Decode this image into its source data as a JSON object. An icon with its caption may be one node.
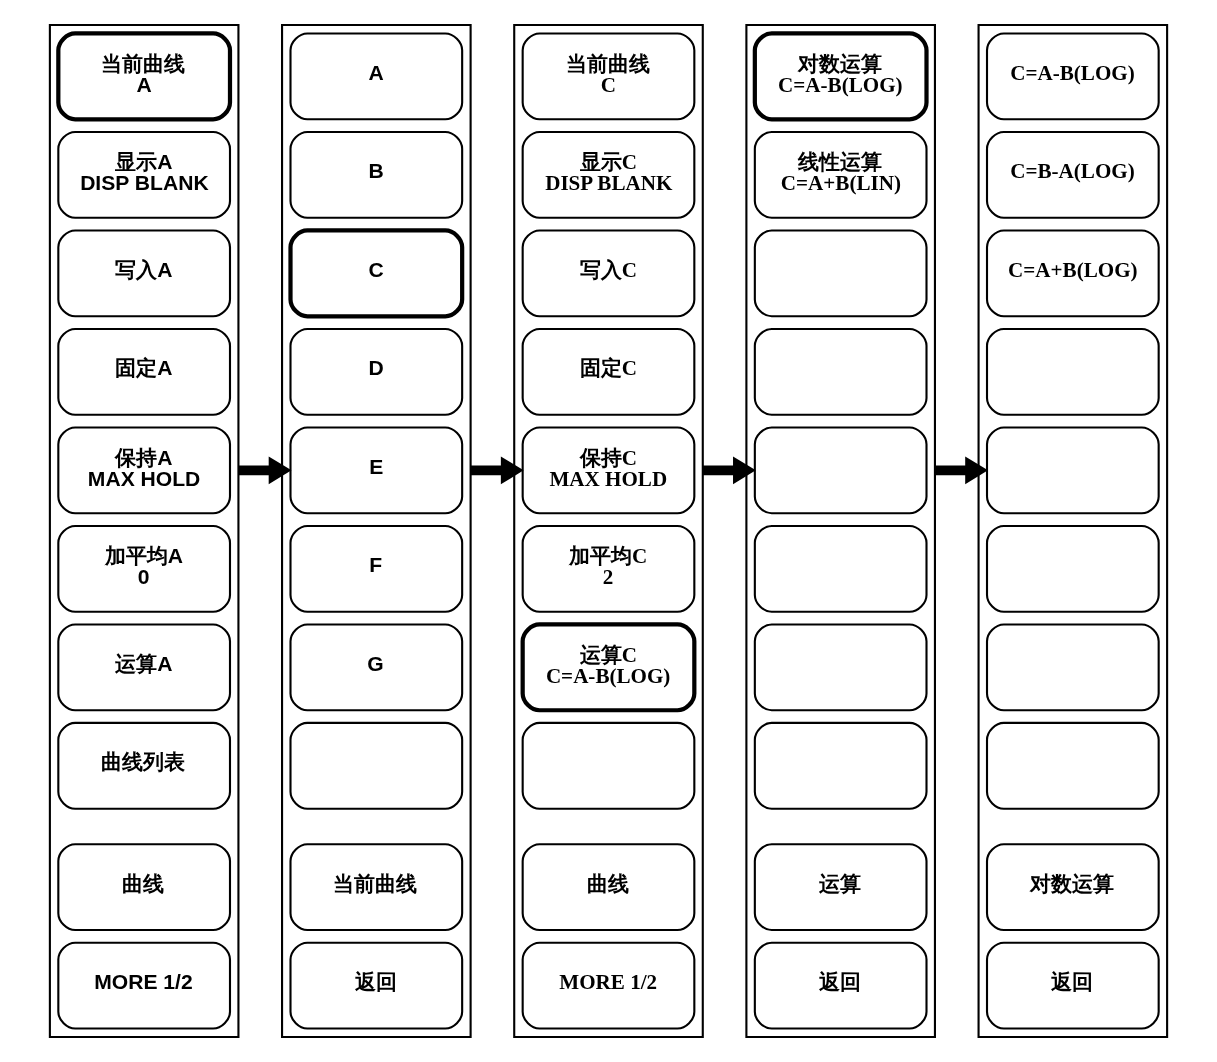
{
  "diagram": {
    "nodes": [
      {
        "text": [],
        "shape": "box"
      },
      {
        "text": [
          "当前曲线",
          "A"
        ],
        "in": 0
      },
      {
        "text": [
          "显示A",
          "DISP BLANK"
        ],
        "in": 0
      },
      {
        "text": [
          "写入A"
        ],
        "in": 0
      },
      {
        "text": [
          "固定A"
        ],
        "in": 0
      },
      {
        "text": [
          "保持A",
          "MAX HOLD"
        ],
        "in": 0
      },
      {
        "text": [
          "加平均A",
          "0"
        ],
        "in": 0
      },
      {
        "text": [
          "运算A"
        ],
        "in": 0
      },
      {
        "text": [
          "曲线列表"
        ],
        "in": 0
      },
      {
        "text": [
          "曲线"
        ],
        "in": 0
      },
      {
        "text": [
          "MORE 1/2"
        ],
        "in": 0
      },
      {
        "text": [],
        "shape": "box"
      },
      {
        "text": [
          "A"
        ],
        "in": 11
      },
      {
        "text": [
          "B"
        ],
        "in": 11
      },
      {
        "text": [
          "C"
        ],
        "in": 11
      },
      {
        "text": [
          "D"
        ],
        "in": 11
      },
      {
        "text": [
          "E"
        ],
        "in": 11
      },
      {
        "text": [
          "F"
        ],
        "in": 11
      },
      {
        "text": [
          "G"
        ],
        "in": 11
      },
      {
        "text": [],
        "shape": "box",
        "in": 11
      },
      {
        "text": [
          "当前曲线"
        ],
        "in": 11
      },
      {
        "text": [
          "返回"
        ],
        "in": 11
      },
      {
        "text": [],
        "shape": "box"
      },
      {
        "text": [
          "当前曲线",
          "C"
        ],
        "in": 22
      },
      {
        "text": [
          "显示C",
          "DISP BLANK"
        ],
        "in": 22
      },
      {
        "text": [
          "写入C"
        ],
        "in": 22
      },
      {
        "text": [
          "固定C"
        ],
        "in": 22
      },
      {
        "text": [
          "保持C",
          "MAX HOLD"
        ],
        "in": 22
      },
      {
        "text": [
          "加平均C",
          "2"
        ],
        "in": 22
      },
      {
        "text": [
          "运算C",
          "C=A-B(LOG)"
        ],
        "in": 22
      },
      {
        "text": [],
        "shape": "box",
        "in": 22
      },
      {
        "text": [
          "曲线"
        ],
        "in": 22
      },
      {
        "text": [
          "MORE 1/2"
        ],
        "in": 22
      },
      {
        "text": [],
        "shape": "box"
      },
      {
        "text": [
          "对数运算",
          "C=A-B(LOG)"
        ],
        "in": 33
      },
      {
        "text": [
          "线性运算",
          "C=A+B(LIN)"
        ],
        "in": 33
      },
      {
        "text": [],
        "shape": "box",
        "in": 33
      },
      {
        "text": [],
        "shape": "box",
        "in": 33
      },
      {
        "text": [],
        "shape": "box",
        "in": 33
      },
      {
        "text": [],
        "shape": "box",
        "in": 33
      },
      {
        "text": [],
        "shape": "box",
        "in": 33
      },
      {
        "text": [],
        "shape": "box",
        "in": 33
      },
      {
        "text": [
          "运算"
        ],
        "in": 33
      },
      {
        "text": [
          "返回"
        ],
        "in": 33
      },
      {
        "text": [],
        "shape": "box"
      },
      {
        "text": [
          "C=A-B(LOG)"
        ],
        "in": 44
      },
      {
        "text": [
          "C=B-A(LOG)"
        ],
        "in": 44
      },
      {
        "text": [
          "C=A+B(LOG)"
        ],
        "in": 44
      },
      {
        "text": [],
        "shape": "box",
        "in": 44
      },
      {
        "text": [],
        "shape": "box",
        "in": 44
      },
      {
        "text": [],
        "shape": "box",
        "in": 44
      },
      {
        "text": [],
        "shape": "box",
        "in": 44
      },
      {
        "text": [],
        "shape": "box",
        "in": 44
      },
      {
        "text": [
          "对数运算"
        ],
        "in": 44
      },
      {
        "text": [
          "返回"
        ],
        "in": 44
      }
    ],
    "edges": [
      {
        "from": 0,
        "to": 11,
        "arrow": "to"
      },
      {
        "from": 11,
        "to": 22,
        "arrow": "to"
      },
      {
        "from": 22,
        "to": 33,
        "arrow": "to"
      },
      {
        "from": 33,
        "to": 44,
        "arrow": "to"
      }
    ]
  }
}
